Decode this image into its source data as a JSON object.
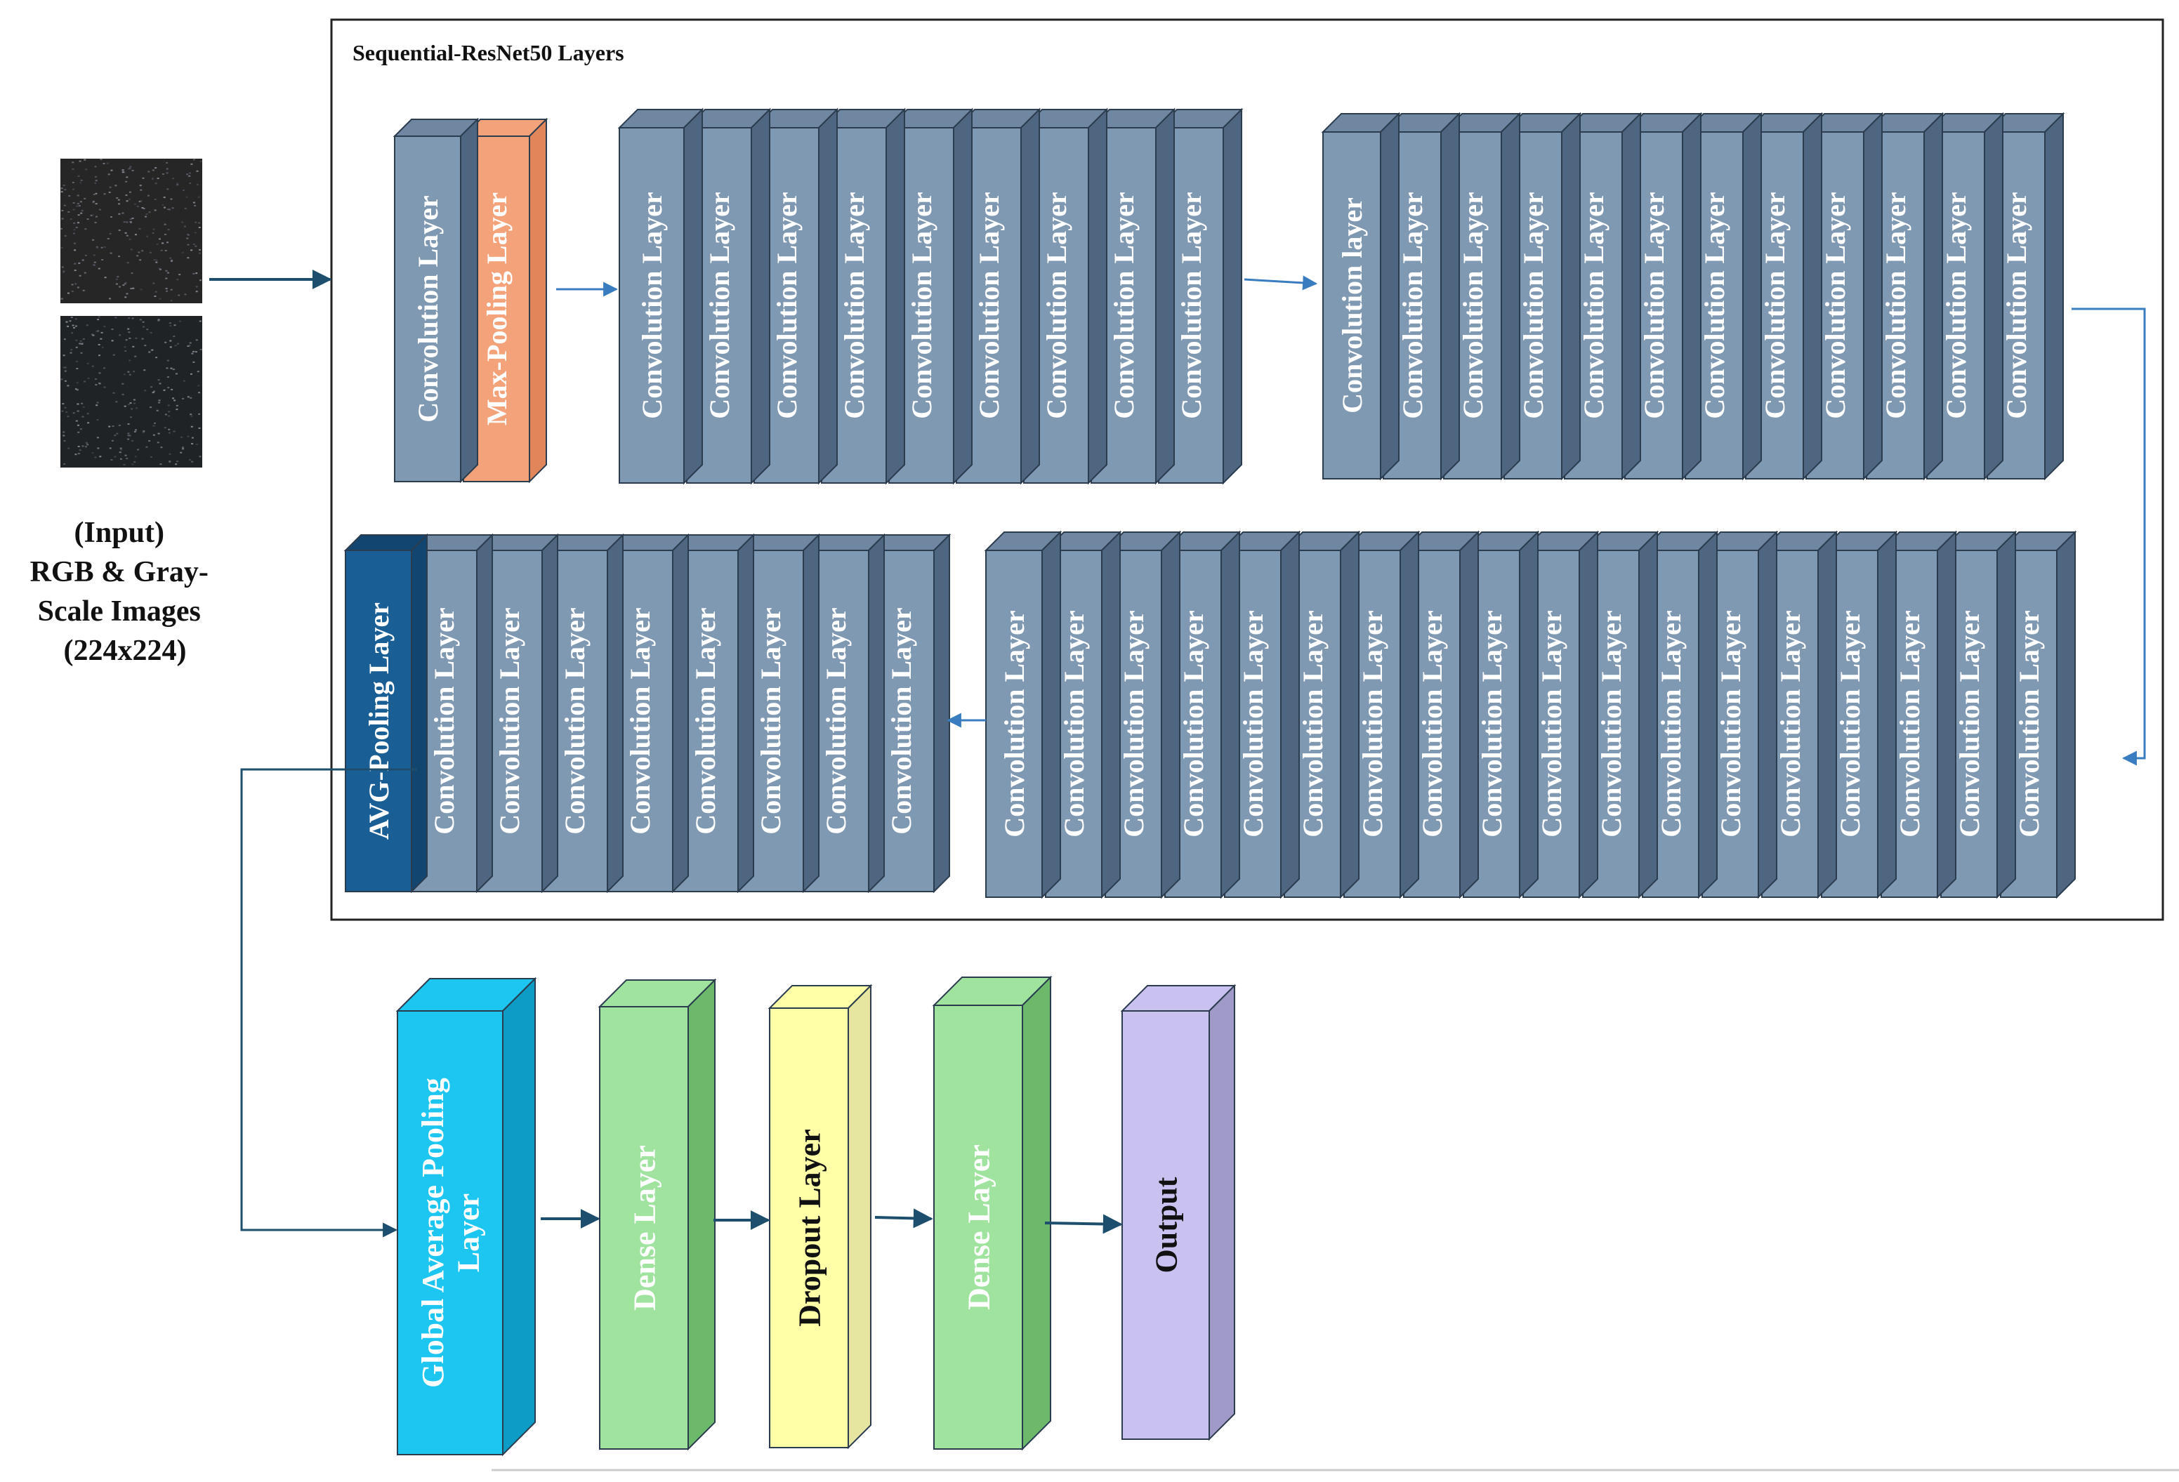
{
  "input": {
    "label_lines": [
      "(Input)",
      "RGB & Gray-",
      "Scale Images",
      "(224x224)"
    ]
  },
  "container": {
    "title": "Sequential-ResNet50 Layers"
  },
  "stages": [
    {
      "name": "stage-1",
      "layers": [
        "Convolution Layer",
        "Max-Pooling Layer"
      ]
    },
    {
      "name": "stage-2",
      "layers": [
        "Convolution Layer",
        "Convolution Layer",
        "Convolution Layer",
        "Convolution Layer",
        "Convolution Layer",
        "Convolution Layer",
        "Convolution Layer",
        "Convolution Layer",
        "Convolution Layer"
      ]
    },
    {
      "name": "stage-3",
      "layers": [
        "Convolution layer",
        "Convolution Layer",
        "Convolution Layer",
        "Convolution Layer",
        "Convolution Layer",
        "Convolution Layer",
        "Convolution Layer",
        "Convolution Layer",
        "Convolution Layer",
        "Convolution Layer",
        "Convolution Layer",
        "Convolution Layer"
      ]
    },
    {
      "name": "stage-4",
      "layers": [
        "Convolution Layer",
        "Convolution Layer",
        "Convolution Layer",
        "Convolution Layer",
        "Convolution Layer",
        "Convolution Layer",
        "Convolution Layer",
        "Convolution Layer",
        "Convolution Layer",
        "Convolution Layer",
        "Convolution Layer",
        "Convolution Layer",
        "Convolution Layer",
        "Convolution Layer",
        "Convolution Layer",
        "Convolution Layer",
        "Convolution Layer",
        "Convolution Layer"
      ]
    },
    {
      "name": "stage-5",
      "layers": [
        "AVG-Pooling Layer",
        "Convolution Layer",
        "Convolution Layer",
        "Convolution Layer",
        "Convolution Layer",
        "Convolution Layer",
        "Convolution Layer",
        "Convolution Layer",
        "Convolution Layer"
      ]
    }
  ],
  "head": [
    {
      "label_lines": [
        "Global Average Pooling",
        "Layer"
      ],
      "kind": "gap"
    },
    {
      "label_lines": [
        "Dense Layer"
      ],
      "kind": "dense"
    },
    {
      "label_lines": [
        "Dropout Layer"
      ],
      "kind": "dropout"
    },
    {
      "label_lines": [
        "Dense Layer"
      ],
      "kind": "dense"
    },
    {
      "label_lines": [
        "Output"
      ],
      "kind": "output"
    }
  ],
  "colors": {
    "conv_face": "#8099b3",
    "conv_side": "#4e6680",
    "conv_top": "#6f87a1",
    "maxpool_face": "#f4a27a",
    "maxpool_side": "#e0865a",
    "avgpool_face": "#1a5e96",
    "avgpool_side": "#124570",
    "gap_face": "#1cc6f0",
    "gap_side": "#0c9cc6",
    "dense_face": "#9fe39f",
    "dense_side": "#6cb96c",
    "dropout_face": "#ffffa8",
    "dropout_side": "#e6e6a0",
    "output_face": "#c9c2f0",
    "output_side": "#a09ac8",
    "arrow": "#1d4e6e",
    "arrow_light": "#3a7cc0"
  }
}
